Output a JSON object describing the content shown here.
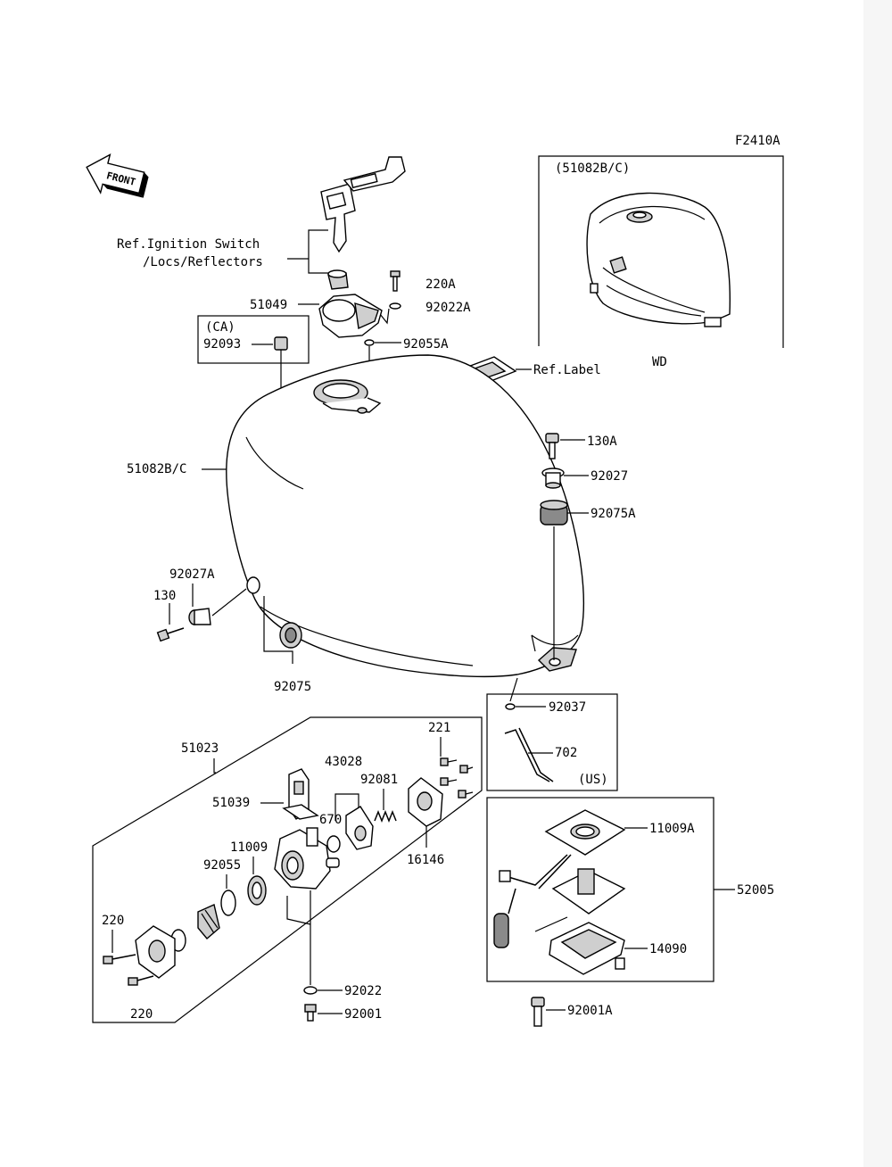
{
  "figure_code": "F2410A",
  "front_label": "FRONT",
  "labels": {
    "inset_top": "(51082B/C)",
    "inset_top_caption": "WD",
    "ref_ignition_1": "Ref.Ignition Switch",
    "ref_ignition_2": "/Locs/Reflectors",
    "p220A": "220A",
    "p92022A": "92022A",
    "p51049": "51049",
    "ca": "(CA)",
    "p92093": "92093",
    "p92055A": "92055A",
    "ref_label": "Ref.Label",
    "p51082BC": "51082B/C",
    "p130A": "130A",
    "p92027": "92027",
    "p92075A": "92075A",
    "p92027A": "92027A",
    "p130": "130",
    "p92075": "92075",
    "p92037": "92037",
    "p702": "702",
    "us": "(US)",
    "p51023": "51023",
    "p221": "221",
    "p43028": "43028",
    "p92081": "92081",
    "p51039": "51039",
    "p670": "670",
    "p16146": "16146",
    "p11009": "11009",
    "p92055": "92055",
    "p220_a": "220",
    "p220_b": "220",
    "p92022": "92022",
    "p92001": "92001",
    "p11009A": "11009A",
    "p52005": "52005",
    "p14090": "14090",
    "p92001A": "92001A"
  }
}
